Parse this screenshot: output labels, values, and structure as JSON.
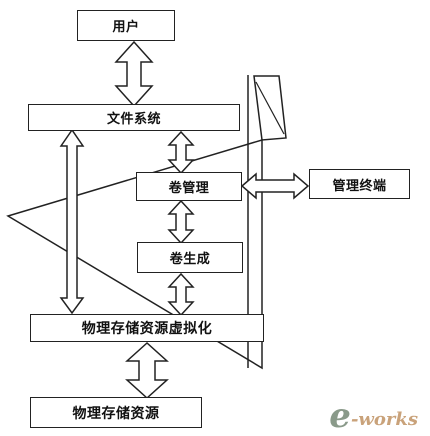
{
  "nodes": {
    "user": "用户",
    "file_system": "文件系统",
    "volume_management": "卷管理",
    "management_terminal": "管理终端",
    "volume_generation": "卷生成",
    "physical_storage_virtualization": "物理存储资源虚拟化",
    "physical_storage": "物理存储资源"
  },
  "watermark": {
    "e": "e",
    "rest": "-works"
  }
}
